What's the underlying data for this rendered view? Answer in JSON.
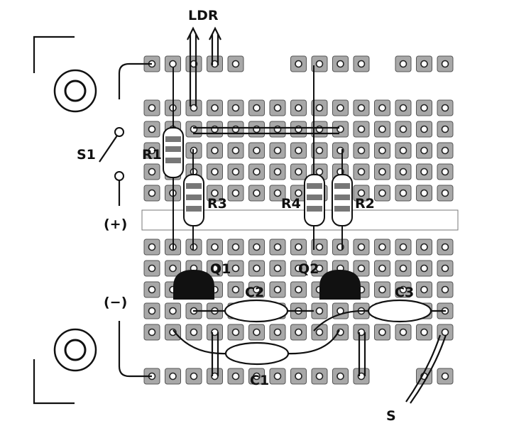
{
  "labels": {
    "ldr": "LDR",
    "s1": "S1",
    "r1": "R1",
    "r2": "R2",
    "r3": "R3",
    "r4": "R4",
    "q1": "Q1",
    "q2": "Q2",
    "c1": "C1",
    "c2": "C2",
    "c3": "C3",
    "plus": "(+)",
    "minus": "(−)",
    "s": "S"
  }
}
